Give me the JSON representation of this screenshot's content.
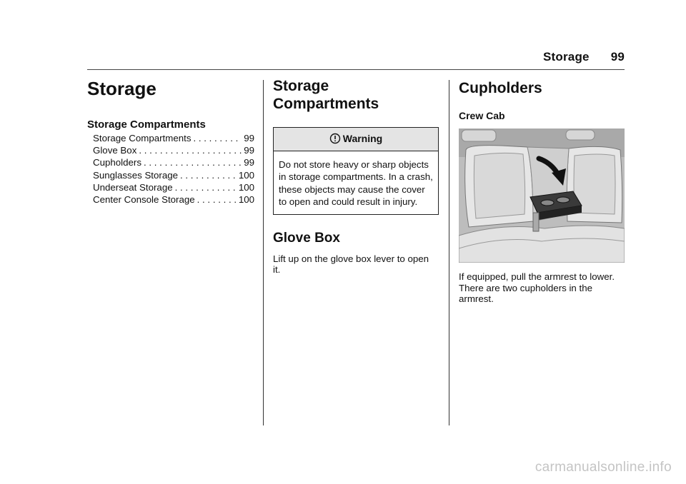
{
  "header": {
    "section": "Storage",
    "page_number": "99"
  },
  "col1": {
    "chapter_title": "Storage",
    "toc_heading": "Storage Compartments",
    "toc": [
      {
        "title": "Storage Compartments",
        "page": "99"
      },
      {
        "title": "Glove Box",
        "page": "99"
      },
      {
        "title": "Cupholders",
        "page": "99"
      },
      {
        "title": "Sunglasses Storage",
        "page": "100"
      },
      {
        "title": "Underseat Storage",
        "page": "100"
      },
      {
        "title": "Center Console Storage",
        "page": "100"
      }
    ]
  },
  "col2": {
    "section_title_line1": "Storage",
    "section_title_line2": "Compartments",
    "warning": {
      "label": "Warning",
      "text": "Do not store heavy or sharp objects in storage compartments. In a crash, these objects may cause the cover to open and could result in injury."
    },
    "glove_box_title": "Glove Box",
    "glove_box_text": "Lift up on the glove box lever to open it."
  },
  "col3": {
    "cupholders_title": "Cupholders",
    "crew_cab_title": "Crew Cab",
    "cupholders_text": "If equipped, pull the armrest to lower. There are two cupholders in the armrest."
  },
  "watermark": "carmanualsonline.info"
}
